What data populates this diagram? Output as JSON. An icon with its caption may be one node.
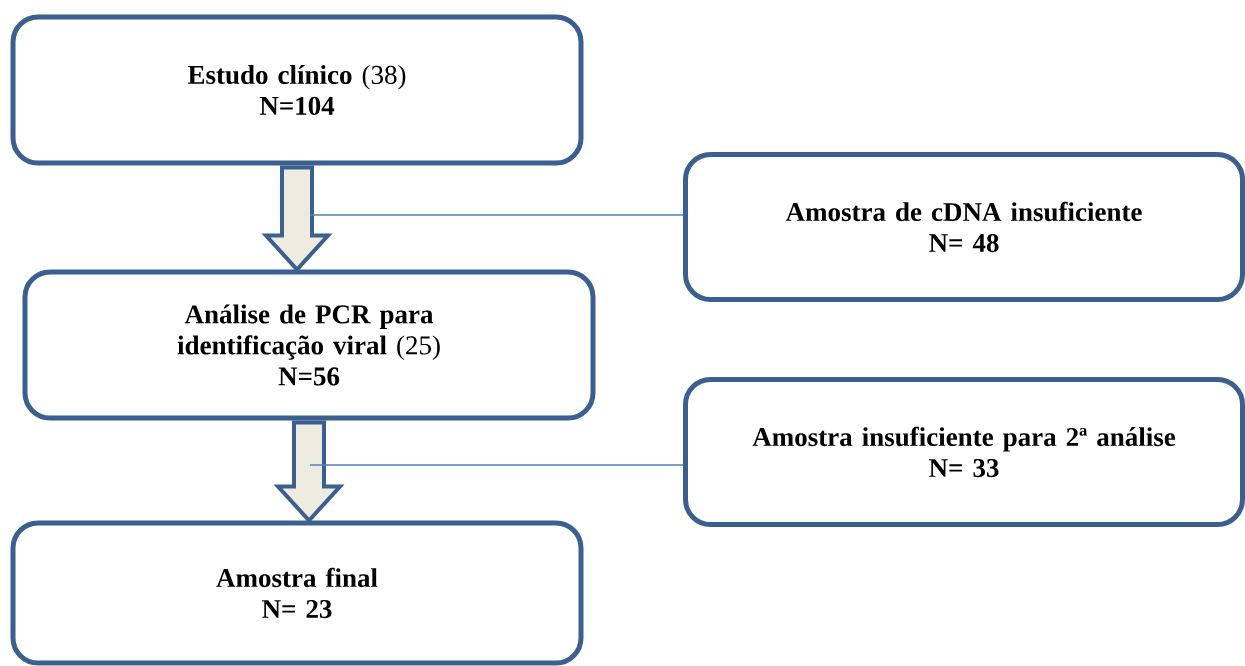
{
  "diagram": {
    "nodes": [
      {
        "text": [
          "**Estudo clínico** (38)",
          "N=104"
        ]
      },
      {
        "text": [
          "Amostra de cDNA insuficiente",
          "N= 48"
        ]
      },
      {
        "text": [
          "**Análise de PCR para identificação viral** (25)",
          "N=56"
        ]
      },
      {
        "text": [
          "Amostra insuficiente para 2ª análise",
          "N= 33"
        ]
      },
      {
        "text": [
          "Amostra final",
          "N= 23"
        ]
      }
    ],
    "edges": [
      {
        "from": 0,
        "to": 2,
        "arrow": "to",
        "style": "thick"
      },
      {
        "from": null,
        "to": 1,
        "arrow": "none",
        "color": "#4f81bd"
      },
      {
        "from": 2,
        "to": 4,
        "arrow": "to",
        "style": "thick"
      },
      {
        "from": null,
        "to": 3,
        "arrow": "none",
        "color": "#4f81bd"
      }
    ]
  }
}
